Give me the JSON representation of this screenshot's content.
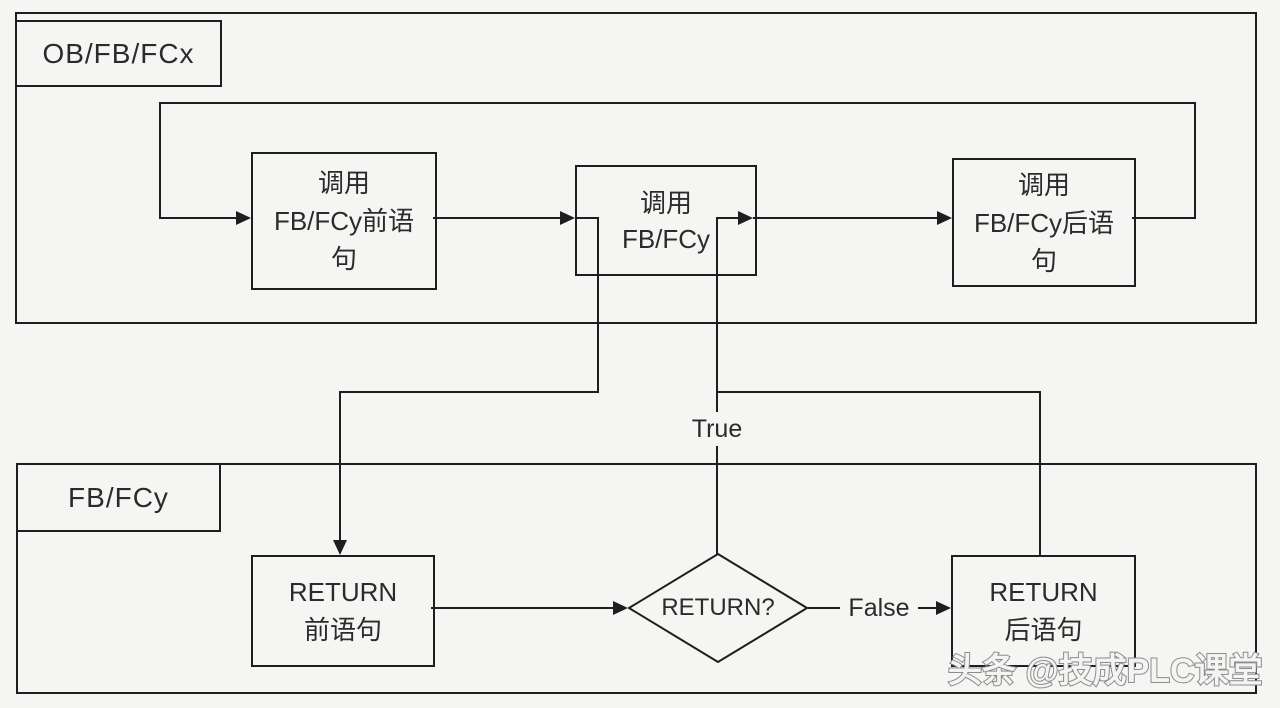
{
  "diagram": {
    "outer": {
      "label": "OB/FB/FCx"
    },
    "inner": {
      "label": "FB/FCy"
    },
    "nodes": {
      "call_pre": "调用\nFB/FCy前语\n句",
      "call": "调用\nFB/FCy",
      "call_post": "调用\nFB/FCy后语\n句",
      "return_pre": "RETURN\n前语句",
      "decision": "RETURN?",
      "return_post": "RETURN\n后语句"
    },
    "edge_labels": {
      "true_label": "True",
      "false_label": "False"
    }
  },
  "watermark": {
    "text": "头条 @技成PLC课堂"
  },
  "colors": {
    "line": "#1e1e1e",
    "text": "#2b2b2b",
    "background": "#f5f5f3",
    "watermark_fill": "#f4f4f2",
    "watermark_outline": "#8c8c8c"
  }
}
